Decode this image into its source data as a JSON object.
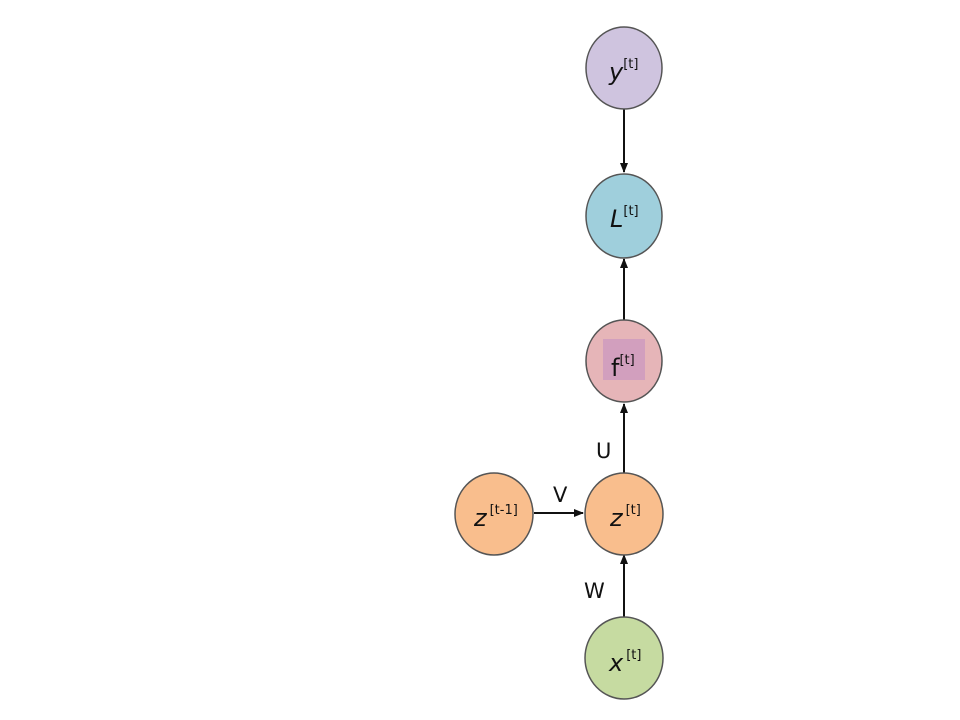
{
  "nodes": {
    "y": {
      "var": "y",
      "sup": "[t]",
      "fill": "#cfc4df",
      "italic": true
    },
    "L": {
      "var": "L",
      "sup": "[t]",
      "fill": "#9fcfdc",
      "italic": true
    },
    "f": {
      "var": "f",
      "sup": "[t]",
      "fill": "#e6b5b8",
      "inner_fill": "#d29fbe",
      "italic": false
    },
    "z_prev": {
      "var": "z",
      "sup": "[t-1]",
      "fill": "#f9be8d",
      "italic": true
    },
    "z": {
      "var": "z",
      "sup": "[t]",
      "fill": "#f9be8d",
      "italic": true
    },
    "x": {
      "var": "x",
      "sup": "[t]",
      "fill": "#c6dba1",
      "italic": true
    }
  },
  "edges": {
    "U": "U",
    "V": "V",
    "W": "W"
  },
  "stroke_color": "#555555"
}
